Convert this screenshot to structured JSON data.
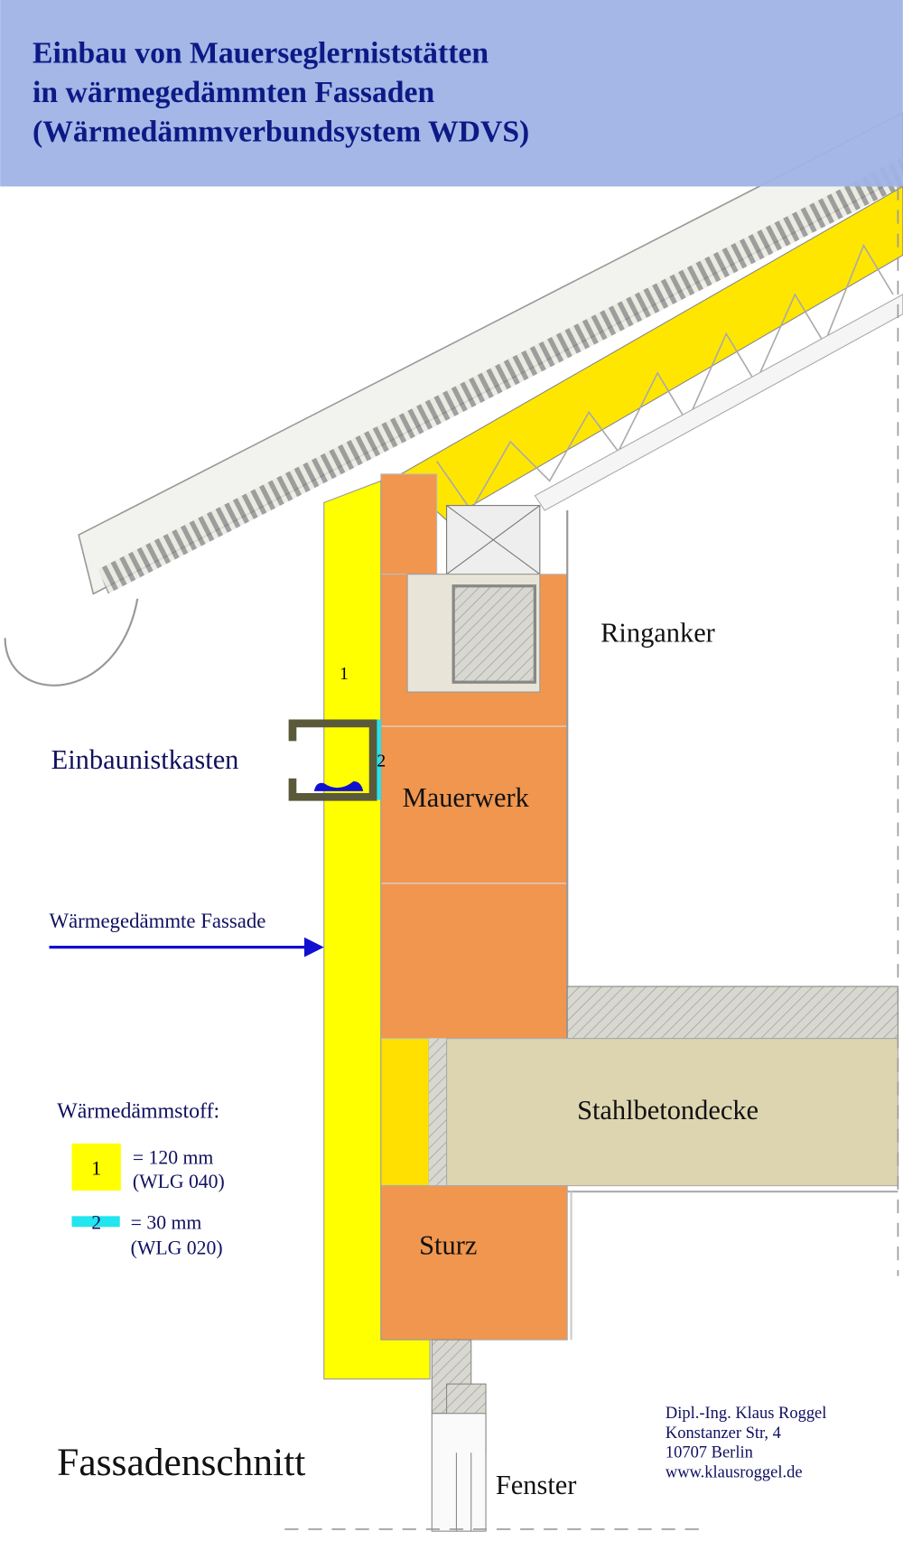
{
  "header": {
    "title_lines": [
      "Einbau von Mauerseglerniststätten",
      "in wärmegedämmten Fassaden",
      "(Wärmedämmverbundsystem WDVS)"
    ]
  },
  "labels": {
    "ringanker": "Ringanker",
    "einbaunistkasten": "Einbaunistkasten",
    "mauerwerk": "Mauerwerk",
    "fassade": "Wärmegedämmte Fassade",
    "stahlbetondecke": "Stahlbetondecke",
    "sturz": "Sturz",
    "fenster": "Fenster",
    "fassadenschnitt": "Fassadenschnitt",
    "layer1": "1",
    "layer2": "2"
  },
  "legend": {
    "title": "Wärmedämmstoff:",
    "items": [
      {
        "key": "1",
        "value": "= 120 mm",
        "class": "(WLG 040)",
        "color": "#ffff00"
      },
      {
        "key": "2",
        "value": "= 30 mm",
        "class": "(WLG 020)",
        "color": "#22e5ee"
      }
    ]
  },
  "author": {
    "lines": [
      "Dipl.-Ing. Klaus Roggel",
      "Konstanzer Str, 4",
      "10707 Berlin",
      "www.klausroggel.de"
    ]
  },
  "colors": {
    "header": "#9fb3e6",
    "title": "#0d1a85",
    "insulation": "#ffff00",
    "insulation_dark": "#ffe000",
    "masonry": "#f0964f",
    "concrete": "#ddd5b0",
    "cyan": "#22e5ee",
    "arrow": "#1010d0"
  }
}
